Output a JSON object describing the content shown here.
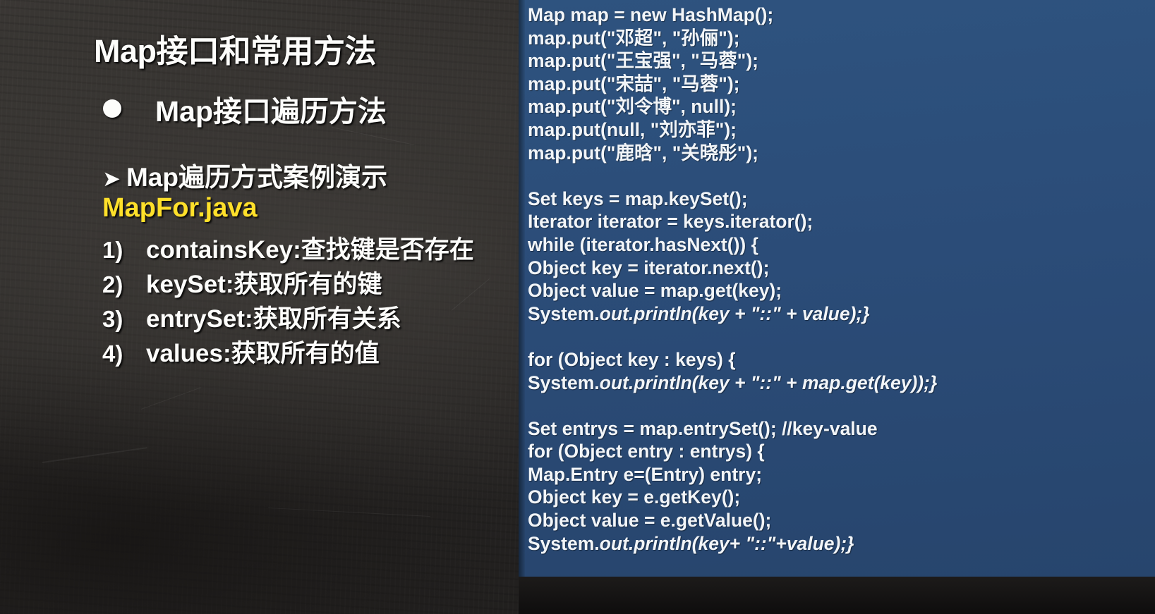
{
  "slide": {
    "title": "Map接口和常用方法",
    "bullet": {
      "icon": "filled-circle-bullet",
      "text": "Map接口遍历方法"
    },
    "subheading": {
      "icon": "arrow-bullet",
      "marker": "➤",
      "text": "Map遍历方式案例演示"
    },
    "file_name": "MapFor.java",
    "file_name_color": "#ffe02a",
    "list": [
      {
        "marker": "1)",
        "text": "containsKey:查找键是否存在"
      },
      {
        "marker": "2)",
        "text": "keySet:获取所有的键"
      },
      {
        "marker": "3)",
        "text": "entrySet:获取所有关系"
      },
      {
        "marker": "4)",
        "text": "values:获取所有的值"
      }
    ]
  },
  "code_panel": {
    "background_color": "#2b4f7e",
    "text_color": "#f2f5f8",
    "lines": [
      {
        "text": "Map map = new HashMap();",
        "style": "plain"
      },
      {
        "text": "map.put(\"邓超\", \"孙俪\");",
        "style": "plain"
      },
      {
        "text": "map.put(\"王宝强\", \"马蓉\");",
        "style": "plain"
      },
      {
        "text": "map.put(\"宋喆\", \"马蓉\");",
        "style": "plain"
      },
      {
        "text": "map.put(\"刘令博\", null);",
        "style": "plain"
      },
      {
        "text": "map.put(null, \"刘亦菲\");",
        "style": "plain"
      },
      {
        "text": "map.put(\"鹿晗\", \"关晓彤\");",
        "style": "plain"
      },
      {
        "text": "",
        "style": "blank"
      },
      {
        "text": "Set keys = map.keySet();",
        "style": "plain"
      },
      {
        "text": "Iterator iterator = keys.iterator();",
        "style": "plain"
      },
      {
        "text": "while (iterator.hasNext()) {",
        "style": "plain"
      },
      {
        "text": "Object key = iterator.next();",
        "style": "plain"
      },
      {
        "text": "Object value = map.get(key);",
        "style": "plain"
      },
      {
        "text": "System.",
        "italic_text": "out.println(key + \"::\" + value);}",
        "style": "mixed"
      },
      {
        "text": "",
        "style": "blank"
      },
      {
        "text": "for (Object key : keys) {",
        "style": "plain"
      },
      {
        "text": "System.",
        "italic_text": "out.println(key +  \"::\" + map.get(key));}",
        "style": "mixed"
      },
      {
        "text": "",
        "style": "blank"
      },
      {
        "text": "Set entrys = map.entrySet(); //key-value",
        "style": "plain"
      },
      {
        "text": "for (Object entry : entrys) {",
        "style": "plain"
      },
      {
        "text": "Map.Entry e=(Entry) entry;",
        "style": "plain"
      },
      {
        "text": "Object key = e.getKey();",
        "style": "plain"
      },
      {
        "text": "Object value = e.getValue();",
        "style": "plain"
      },
      {
        "text": "System.",
        "italic_text": "out.println(key+ \"::\"+value);}",
        "style": "mixed"
      }
    ]
  }
}
